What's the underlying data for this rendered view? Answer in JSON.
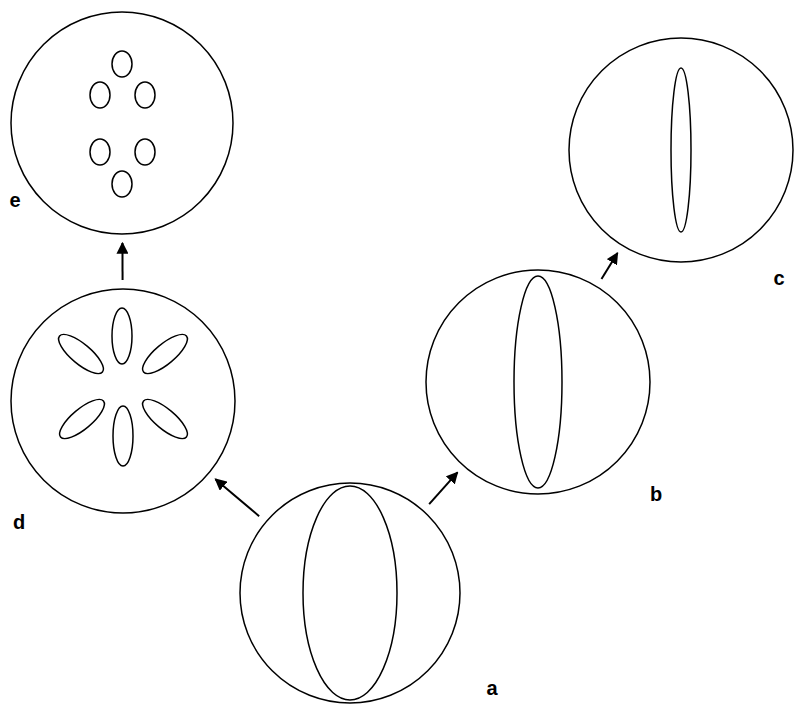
{
  "diagram": {
    "nodes": [
      {
        "text": [
          "a"
        ]
      },
      {
        "text": [
          "b"
        ]
      },
      {
        "text": [
          "c"
        ]
      },
      {
        "text": [
          "d"
        ]
      },
      {
        "text": [
          "e"
        ]
      }
    ],
    "edges": [
      {
        "from": 0,
        "to": 1,
        "arrow": "to"
      },
      {
        "from": 1,
        "to": 2,
        "arrow": "to"
      },
      {
        "from": 0,
        "to": 3,
        "arrow": "to"
      },
      {
        "from": 3,
        "to": 4,
        "arrow": "to"
      }
    ]
  }
}
